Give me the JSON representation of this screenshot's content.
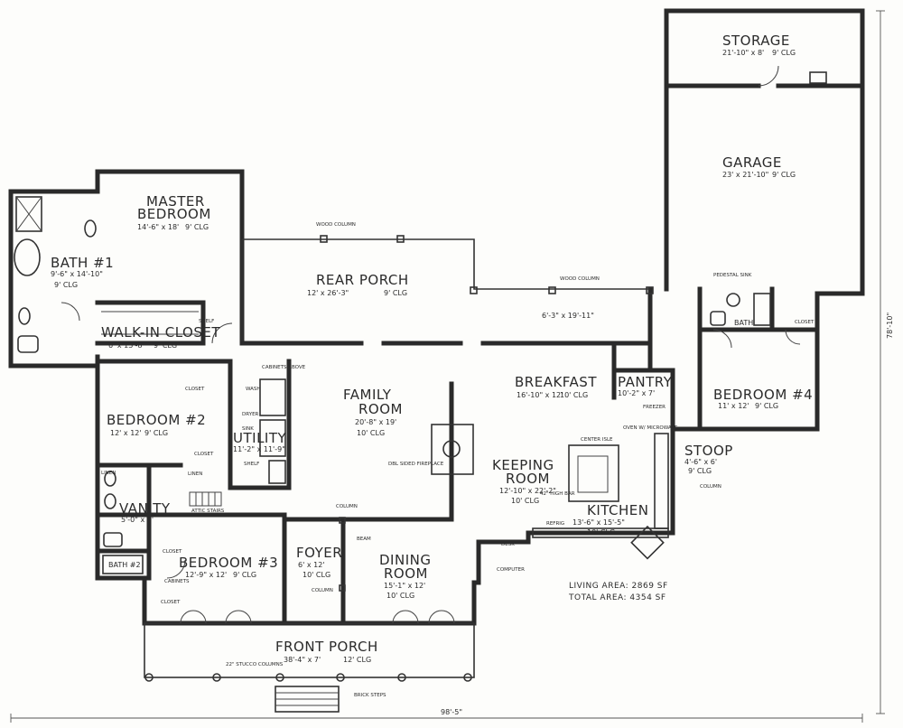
{
  "rooms": {
    "storage": {
      "name": "STORAGE",
      "dim": "21'-10\" x 8'",
      "clg": "9' CLG"
    },
    "garage": {
      "name": "GARAGE",
      "dim": "23' x 21'-10\"",
      "clg": "9' CLG"
    },
    "master": {
      "name1": "MASTER",
      "name2": "BEDROOM",
      "dim": "14'-6\" x 18'",
      "clg": "9' CLG"
    },
    "bath1": {
      "name": "BATH #1",
      "dim": "9'-6\" x 14'-10\"",
      "clg": "9' CLG"
    },
    "walkin": {
      "name": "WALK-IN CLOSET",
      "dim": "6' x 13'-8\"",
      "clg": "9' CLG"
    },
    "rear_porch": {
      "name": "REAR PORCH",
      "dim": "12' x 26'-3\"",
      "clg": "9' CLG"
    },
    "rear_porch2": {
      "dim": "6'-3\" x 19'-11\""
    },
    "family": {
      "name1": "FAMILY",
      "name2": "ROOM",
      "dim": "20'-8\" x 19'",
      "clg": "10' CLG"
    },
    "breakfast": {
      "name": "BREAKFAST",
      "dim": "16'-10\" x 12'",
      "clg": "10' CLG"
    },
    "pantry": {
      "name": "PANTRY",
      "dim": "10'-2\" x 7'"
    },
    "bedroom4": {
      "name": "BEDROOM #4",
      "dim": "11' x 12'",
      "clg": "9' CLG"
    },
    "bath4": {
      "name": "BATH"
    },
    "bedroom2": {
      "name": "BEDROOM #2",
      "dim": "12' x 12'",
      "clg": "9' CLG"
    },
    "utility": {
      "name": "UTILITY",
      "dim": "11'-2\" x 11'-9\""
    },
    "keeping": {
      "name1": "KEEPING",
      "name2": "ROOM",
      "dim": "12'-10\" x 22'-2\"",
      "clg": "10' CLG"
    },
    "kitchen": {
      "name": "KITCHEN",
      "dim": "13'-6\" x 15'-5\"",
      "clg": "10' CLG"
    },
    "stoop": {
      "name": "STOOP",
      "dim": "4'-6\" x 6'",
      "clg": "9' CLG"
    },
    "vanity": {
      "name": "VANITY",
      "dim": "5'-0\" x 7'"
    },
    "bath2": {
      "name": "BATH #2"
    },
    "bedroom3": {
      "name": "BEDROOM #3",
      "dim": "12'-9\" x 12'",
      "clg": "9' CLG"
    },
    "foyer": {
      "name": "FOYER",
      "dim": "6' x 12'",
      "clg": "10' CLG"
    },
    "dining": {
      "name1": "DINING",
      "name2": "ROOM",
      "dim": "15'-1\" x 12'",
      "clg": "10' CLG"
    },
    "front_porch": {
      "name": "FRONT PORCH",
      "dim": "38'-4\" x 7'",
      "clg": "12' CLG"
    }
  },
  "labels": {
    "closet": "CLOSET",
    "linen": "LINEN",
    "shelf": "SHELF",
    "fireplace": "DBL SIDED FIREPLACE",
    "center_isle": "CENTER ISLE",
    "bar": "42\" HIGH BAR",
    "oven": "OVEN W/ MICROWAVE",
    "computer": "COMPUTER",
    "desk": "DESK",
    "refrig": "REFRIG",
    "column": "COLUMN",
    "beam": "BEAM",
    "wood_column": "WOOD COLUMN",
    "stucco": "22\" STUCCO COLUMNS",
    "brick_steps": "BRICK STEPS",
    "attic_stairs": "ATTIC STAIRS",
    "washer": "WASH",
    "dryer": "DRYER",
    "sink": "SINK",
    "pedestal": "PEDESTAL SINK",
    "cabinets": "CABINETS",
    "cabinets_above": "CABINETS ABOVE",
    "freezer": "FREEZER",
    "linen2": "LINEN"
  },
  "areas": {
    "living": "LIVING AREA: 2869 SF",
    "total": "TOTAL AREA: 4354 SF"
  },
  "dimensions": {
    "width": "98'-5\"",
    "depth": "78'-10\""
  }
}
